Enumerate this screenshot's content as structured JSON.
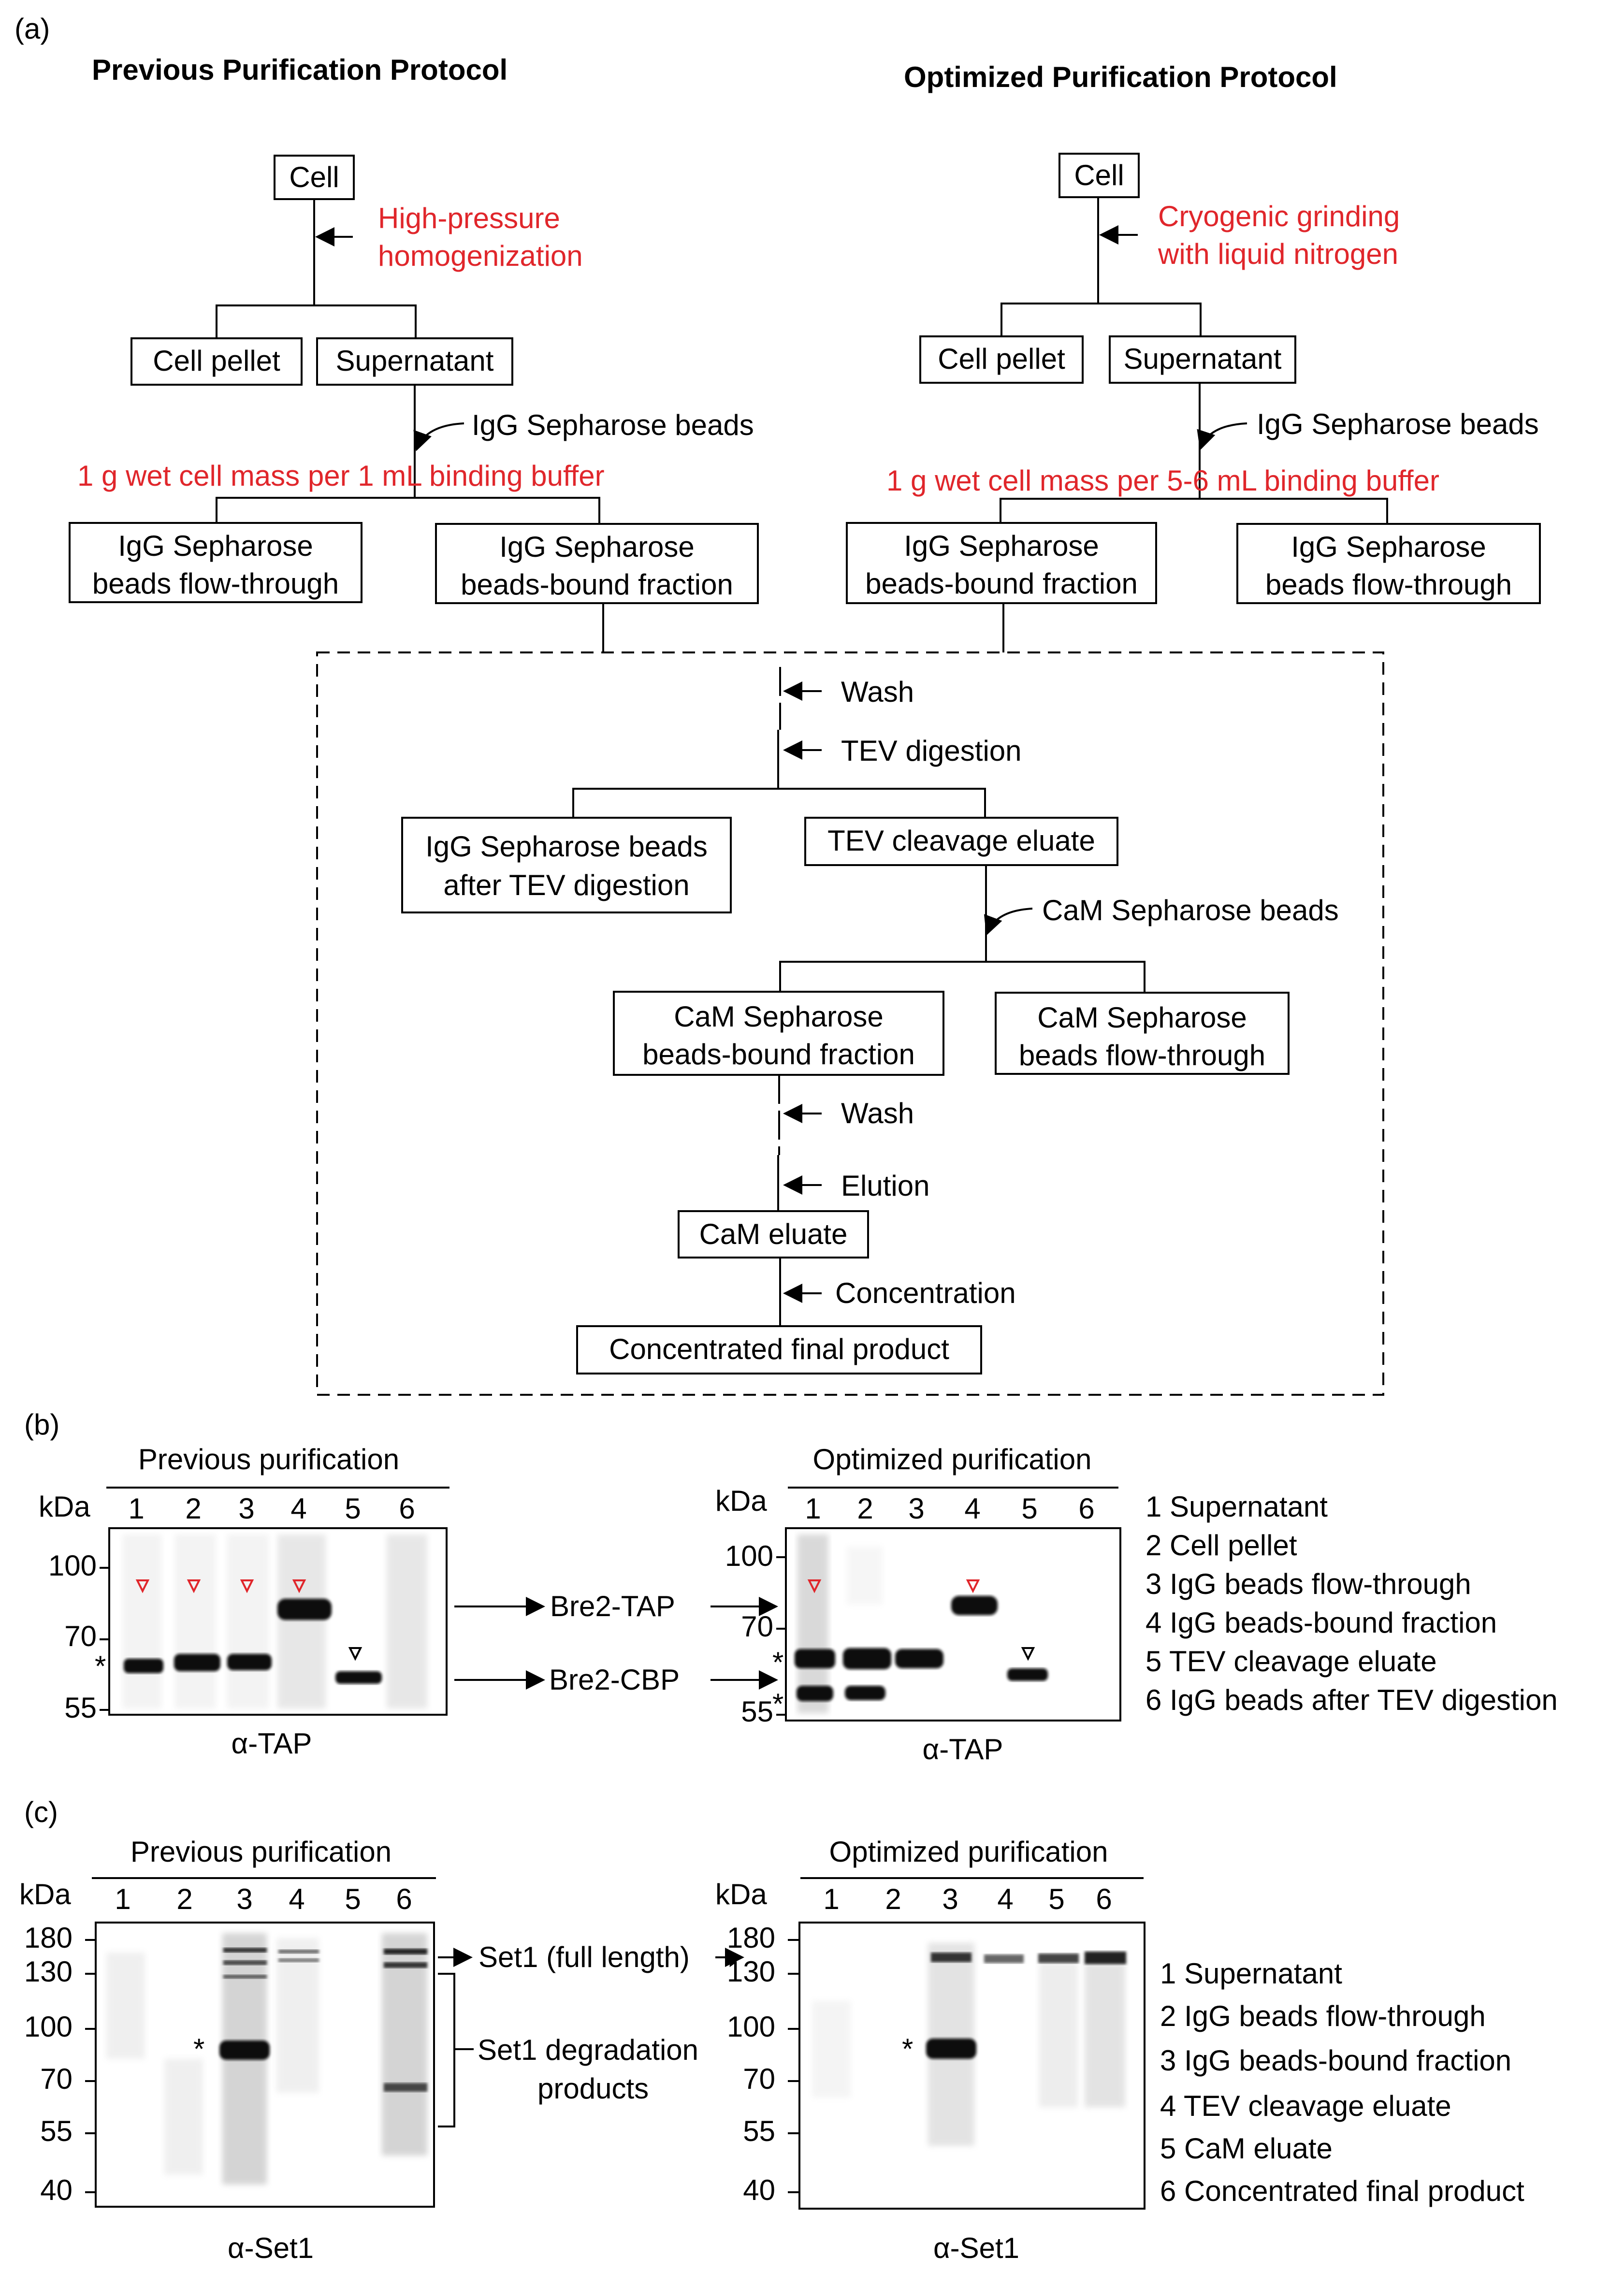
{
  "panel_a": {
    "label": "(a)",
    "previous_title": "Previous Purification Protocol",
    "optimized_title": "Optimized Purification Protocol",
    "prev": {
      "cell": "Cell",
      "lysis_1": "High-pressure",
      "lysis_2": "homogenization",
      "pellet": "Cell pellet",
      "supernatant": "Supernatant",
      "beads": "IgG Sepharose beads",
      "ratio": "1 g wet cell mass per 1 mL binding buffer",
      "flow_1": "IgG Sepharose",
      "flow_2": "beads flow-through",
      "bound_1": "IgG Sepharose",
      "bound_2": "beads-bound fraction"
    },
    "opt": {
      "cell": "Cell",
      "lysis_1": "Cryogenic grinding",
      "lysis_2": "with liquid nitrogen",
      "pellet": "Cell pellet",
      "supernatant": "Supernatant",
      "beads": "IgG Sepharose beads",
      "ratio": "1 g wet cell mass per 5-6 mL binding buffer",
      "bound_1": "IgG Sepharose",
      "bound_2": "beads-bound fraction",
      "flow_1": "IgG Sepharose",
      "flow_2": "beads flow-through"
    },
    "shared": {
      "wash": "Wash",
      "tev_digestion": "TEV digestion",
      "igg_after_1": "IgG Sepharose beads",
      "igg_after_2": "after TEV digestion",
      "tev_eluate": "TEV cleavage eluate",
      "cam_beads": "CaM Sepharose beads",
      "cam_bound_1": "CaM Sepharose",
      "cam_bound_2": "beads-bound fraction",
      "cam_flow_1": "CaM Sepharose",
      "cam_flow_2": "beads flow-through",
      "wash2": "Wash",
      "elution": "Elution",
      "cam_eluate": "CaM eluate",
      "concentration": "Concentration",
      "final": "Concentrated final product"
    }
  },
  "panel_b": {
    "label": "(b)",
    "prev_title": "Previous purification",
    "opt_title": "Optimized purification",
    "kda": "kDa",
    "lanes": [
      "1",
      "2",
      "3",
      "4",
      "5",
      "6"
    ],
    "prev_markers": [
      "100",
      "70",
      "55"
    ],
    "opt_markers": [
      "100",
      "70",
      "55"
    ],
    "antibody": "α-TAP",
    "asterisk": "*",
    "arrow_tap": "Bre2-TAP",
    "arrow_cbp": "Bre2-CBP",
    "legend": [
      "1 Supernatant",
      "2 Cell pellet",
      "3 IgG beads flow-through",
      "4 IgG beads-bound fraction",
      "5 TEV cleavage eluate",
      "6 IgG beads after TEV digestion"
    ]
  },
  "panel_c": {
    "label": "(c)",
    "prev_title": "Previous purification",
    "opt_title": "Optimized purification",
    "kda": "kDa",
    "lanes": [
      "1",
      "2",
      "3",
      "4",
      "5",
      "6"
    ],
    "markers": [
      "180",
      "130",
      "100",
      "70",
      "55",
      "40"
    ],
    "antibody": "α-Set1",
    "asterisk": "*",
    "set1_full": "Set1 (full length)",
    "degr_1": "Set1 degradation",
    "degr_2": "products",
    "legend": [
      "1 Supernatant",
      "2 IgG beads flow-through",
      "3 IgG beads-bound fraction",
      "4 TEV cleavage eluate",
      "5 CaM eluate",
      "6 Concentrated final product"
    ]
  },
  "colors": {
    "red": "#e0262b",
    "black": "#000000"
  }
}
